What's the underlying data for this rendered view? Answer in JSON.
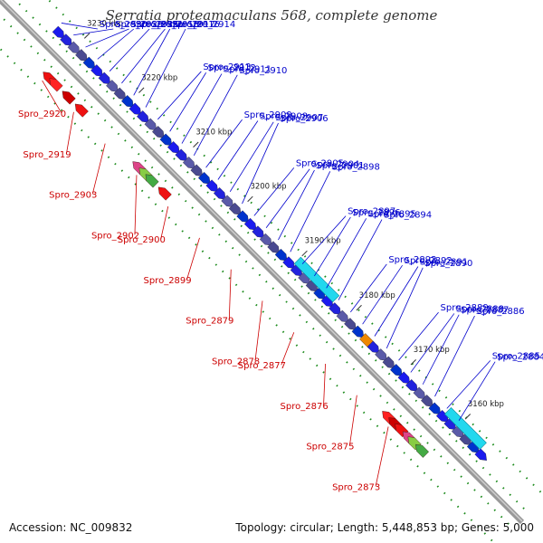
{
  "title": "Serratia proteamaculans 568, complete genome",
  "footer": {
    "accession": "Accession: NC_009832",
    "summary": "Topology: circular; Length: 5,448,853 bp; Genes: 5,000"
  },
  "colors": {
    "forward_label": "#0000cc",
    "reverse_label": "#cc0000",
    "backbone": "#888888",
    "tick": "#1a8a1a"
  },
  "ticks": [
    "3230 kbp",
    "3220 kbp",
    "3210 kbp",
    "3200 kbp",
    "3190 kbp",
    "3180 kbp",
    "3170 kbp",
    "3160 kbp"
  ],
  "forward_genes": [
    "Spro_2930",
    "Spro_2929",
    "Spro_2925",
    "Spro_2921",
    "Spro_2918",
    "Spro_2917",
    "Spro_2916",
    "Spro_2914",
    "Spro_2913",
    "Spro_2912",
    "Spro_2911",
    "Spro_2910",
    "Spro_2909",
    "Spro_2908",
    "Spro_2907",
    "Spro_2906",
    "Spro_2905",
    "Spro_2904",
    "Spro_2901",
    "Spro_2898",
    "Spro_2897",
    "Spro_2896",
    "Spro_2895",
    "Spro_2894",
    "Spro_2893",
    "Spro_2892",
    "Spro_2891",
    "Spro_2890",
    "Spro_2889",
    "Spro_2888",
    "Spro_2887",
    "Spro_2886",
    "Spro_2885",
    "Spro_2884"
  ],
  "reverse_genes": [
    "Spro_2920",
    "Spro_2919",
    "Spro_2903",
    "Spro_2902",
    "Spro_2900",
    "Spro_2899",
    "Spro_2879",
    "Spro_2878",
    "Spro_2877",
    "Spro_2876",
    "Spro_2875",
    "Spro_2873"
  ]
}
